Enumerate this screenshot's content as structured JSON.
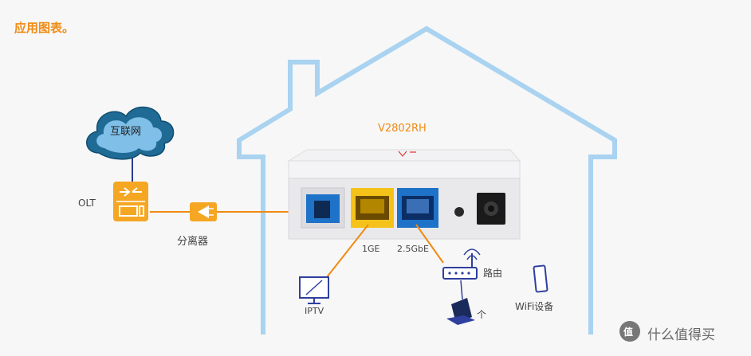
{
  "title": "应用图表。",
  "diagram": {
    "cloud_label": "互联网",
    "olt_label": "OLT",
    "splitter_label": "分离器",
    "device_model": "V2802RH",
    "port_1ge_label": "1GE",
    "port_25g_label": "2.5GbE",
    "iptv_label": "IPTV",
    "router_label": "路由",
    "laptop_label": "个",
    "wifi_label": "WiFi设备"
  },
  "watermark": {
    "badge": "值",
    "text": "什么值得买"
  },
  "colors": {
    "orange": "#f08a12",
    "house_blue": "#a9d3f0",
    "cloud_blue": "#1f6b95",
    "port_yellow": "#f5c21a",
    "port_blue": "#1e72c8",
    "router_blue": "#2f3f9e"
  }
}
